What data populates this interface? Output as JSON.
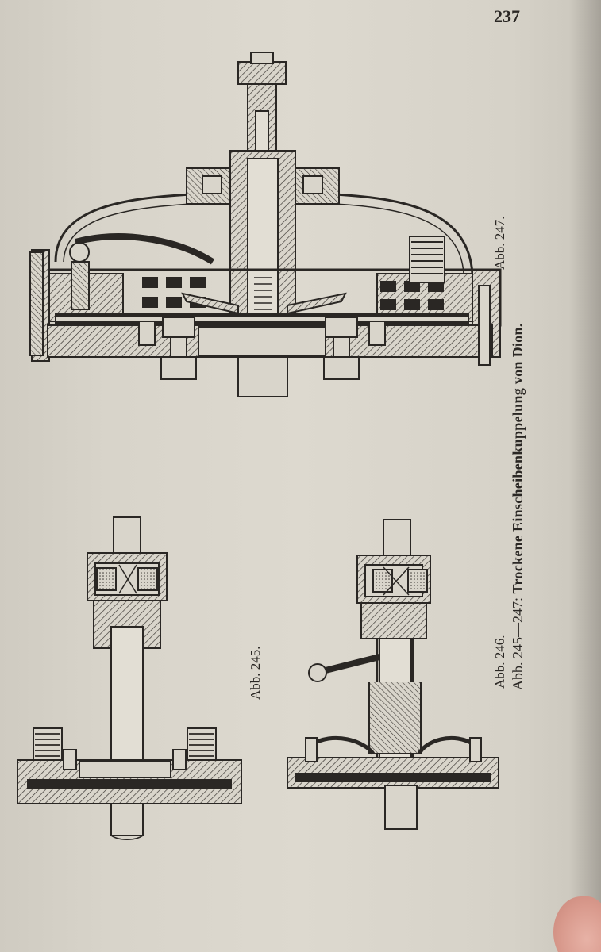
{
  "page": {
    "number": "237"
  },
  "captions": {
    "fig247": "Abb. 247.",
    "fig246": "Abb. 246.",
    "fig245": "Abb. 245.",
    "range_label": "Abb. 245—247:",
    "title": "Trockene Einscheibenkuppelung von Dion."
  },
  "colors": {
    "paper": "#d8d4ca",
    "ink": "#2a2724"
  }
}
